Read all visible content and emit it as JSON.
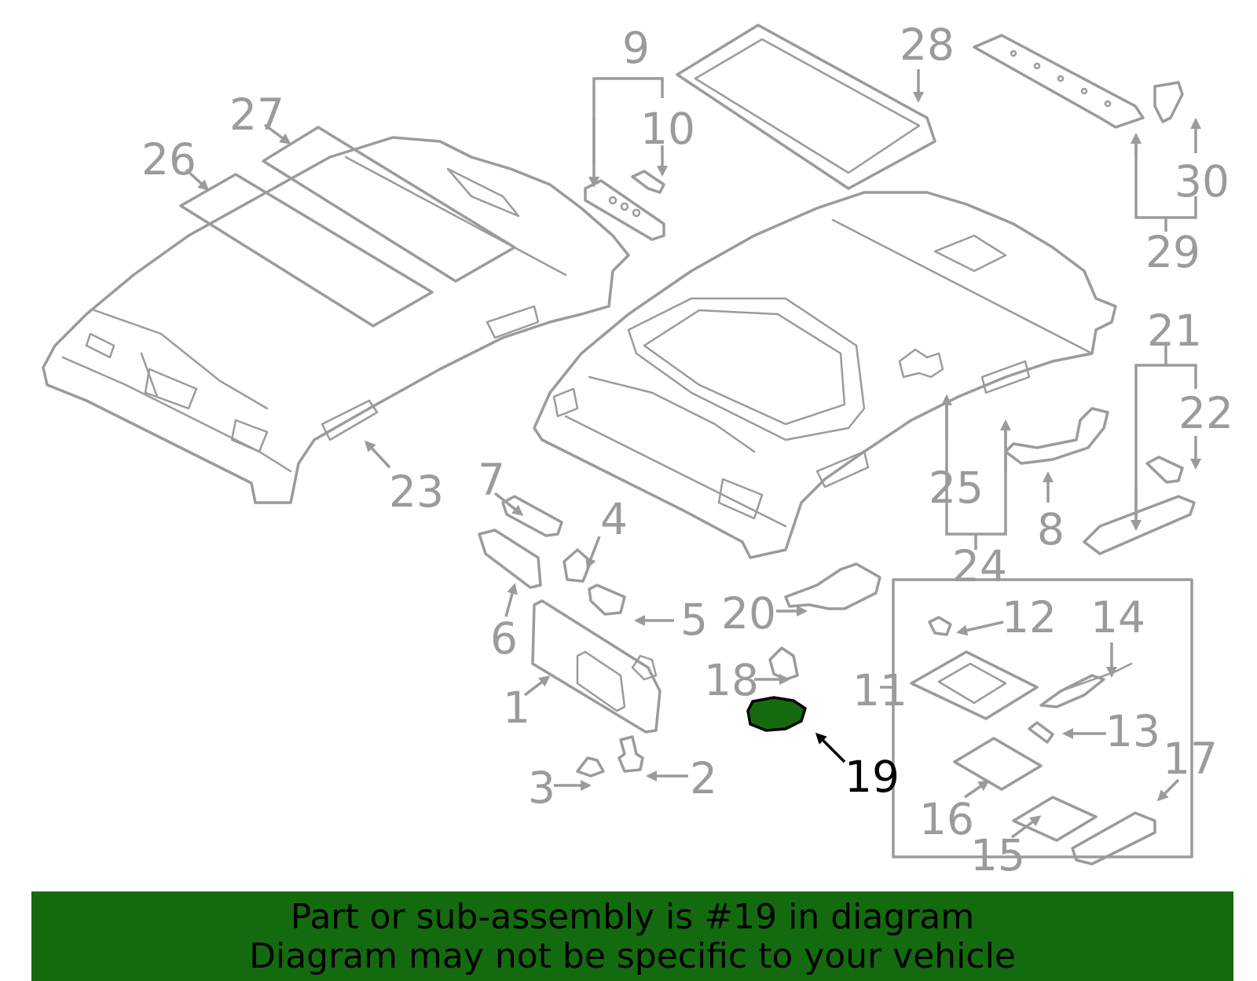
{
  "highlight": {
    "part": "19",
    "color": "#146b0f"
  },
  "labels": [
    "1",
    "2",
    "3",
    "4",
    "5",
    "6",
    "7",
    "8",
    "9",
    "10",
    "11",
    "12",
    "13",
    "14",
    "15",
    "16",
    "17",
    "18",
    "19",
    "20",
    "21",
    "22",
    "23",
    "24",
    "25",
    "26",
    "27",
    "28",
    "29",
    "30"
  ],
  "banner": {
    "line1": "Part or sub-assembly is #19 in diagram",
    "line2": "Diagram may not be specific to your vehicle"
  }
}
